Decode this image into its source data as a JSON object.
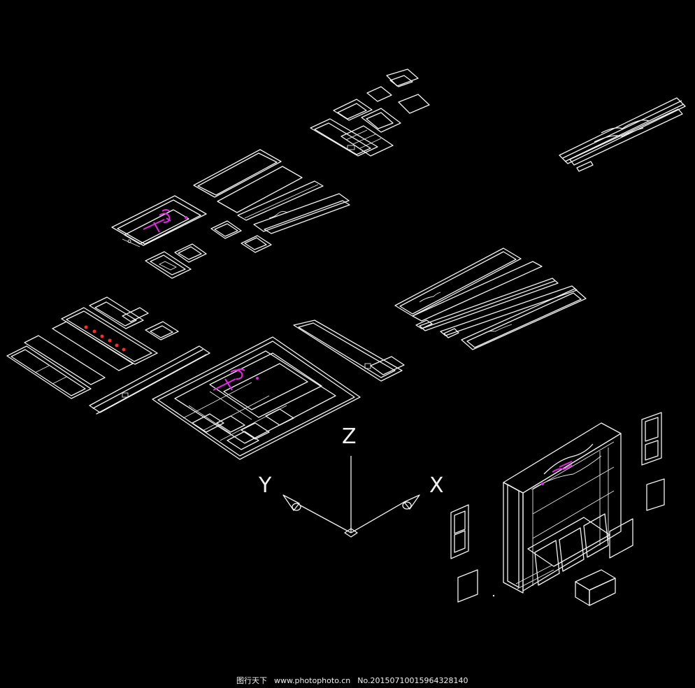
{
  "axes": {
    "z_label": "Z",
    "y_label": "Y",
    "x_label": "X"
  },
  "watermark": {
    "site": "图行天下",
    "url": "www.photophoto.cn",
    "number": "No.20150710015964328140"
  },
  "colors": {
    "background": "#000000",
    "lines": "#f2f2f2",
    "highlight": "#e22be2",
    "markers": "#ff2a2a"
  }
}
